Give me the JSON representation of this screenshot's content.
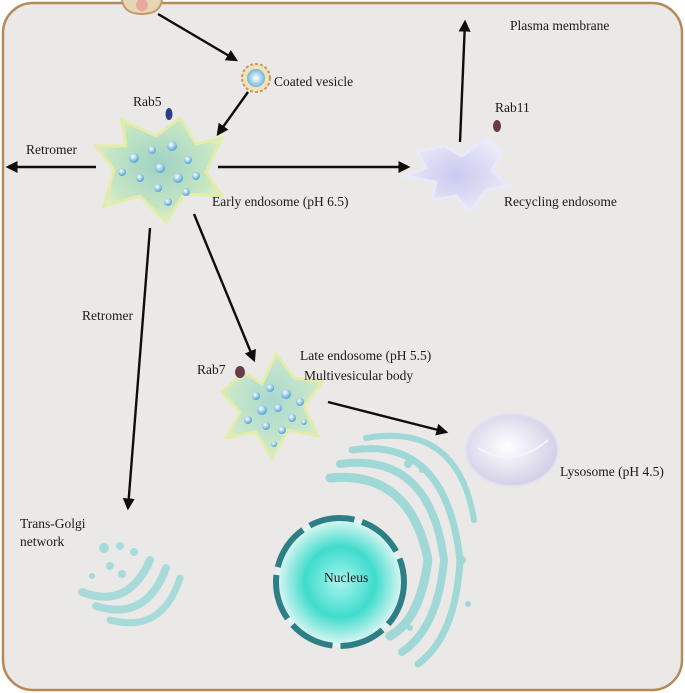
{
  "labels": {
    "plasma_membrane": "Plasma membrane",
    "coated_vesicle": "Coated vesicle",
    "rab5": "Rab5",
    "rab11": "Rab11",
    "retromer_left": "Retromer",
    "retromer_down": "Retromer",
    "early_endosome": "Early endosome (pH 6.5)",
    "recycling_endosome": "Recycling endosome",
    "late_endosome_line1": "Late endosome (pH 5.5)",
    "late_endosome_line2": "Multivesicular body",
    "rab7": "Rab7",
    "lysosome": "Lysosome (pH 4.5)",
    "trans_golgi_line1": "Trans-Golgi",
    "trans_golgi_line2": "network",
    "nucleus": "Nucleus"
  },
  "colors": {
    "cell_border": "#b48a5a",
    "cell_fill": "#ebe9e7",
    "early_endosome": "#c9e6c0",
    "recycling_endosome": "#d6d6f2",
    "late_endosome": "#c8e6cc",
    "lysosome": "#e6e4f2",
    "nucleus_glow": "#3fe0d0",
    "golgi": "#9fd8d6",
    "rab_marker": "#6a3a4a",
    "rab5_marker": "#2c3e8a"
  }
}
